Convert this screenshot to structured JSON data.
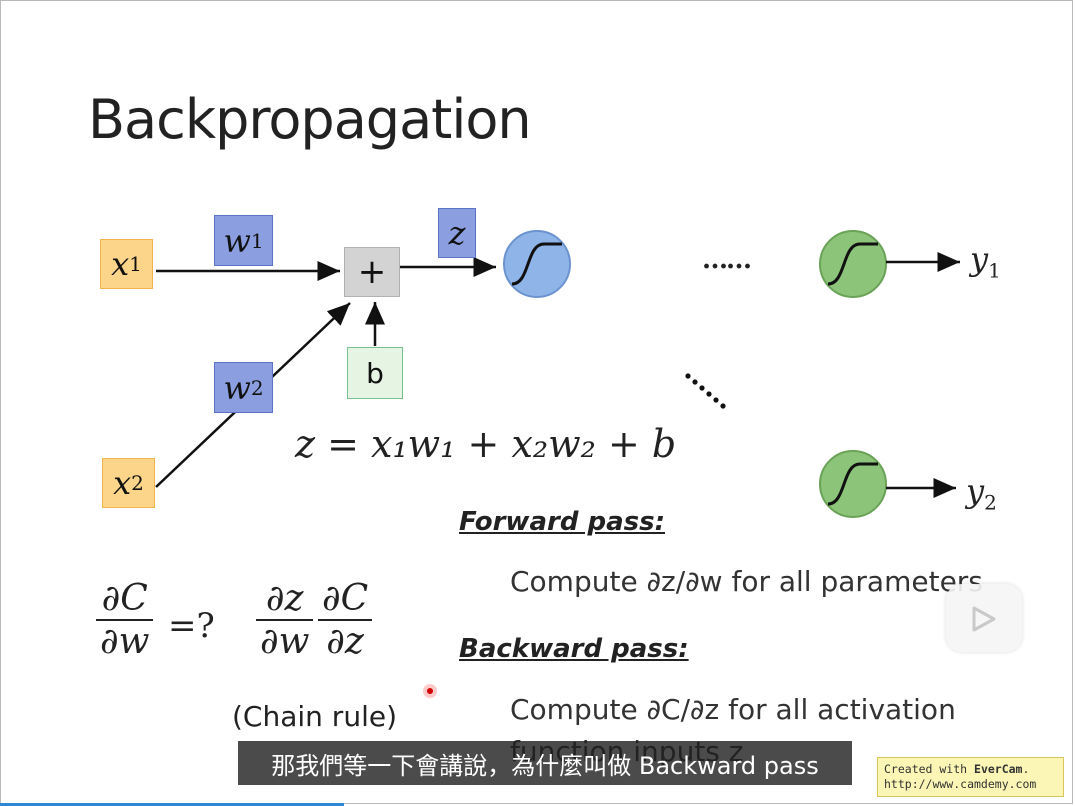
{
  "slide": {
    "title": "Backpropagation",
    "inputs": {
      "x1": {
        "base": "x",
        "sub": "1"
      },
      "x2": {
        "base": "x",
        "sub": "2"
      }
    },
    "weights": {
      "w1": {
        "base": "w",
        "sub": "1"
      },
      "w2": {
        "base": "w",
        "sub": "2"
      }
    },
    "plus_symbol": "+",
    "z_label": "z",
    "bias_label": "b",
    "ellipsis": "……",
    "outputs": {
      "y1": {
        "base": "y",
        "sub": "1"
      },
      "y2": {
        "base": "y",
        "sub": "2"
      }
    },
    "equation": "z = x₁w₁ + x₂w₂ + b",
    "forward_pass": {
      "heading": "Forward pass:",
      "text": "Compute ∂z/∂w for all parameters"
    },
    "backward_pass": {
      "heading": "Backward pass:",
      "text_line1": "Compute ∂C/∂z for all activation",
      "text_line2": "function inputs z"
    },
    "gradient": {
      "lhs_num": "∂C",
      "lhs_den": "∂w",
      "question": "=?",
      "r1_num": "∂z",
      "r1_den": "∂w",
      "r2_num": "∂C",
      "r2_den": "∂z"
    },
    "chain_rule": "(Chain rule)"
  },
  "overlay": {
    "subtitle": "那我們等一下會講說，為什麼叫做 Backward pass",
    "watermark_line1_prefix": "Created with ",
    "watermark_brand": "EverCam",
    "watermark_line1_suffix": ".",
    "watermark_line2": "http://www.camdemy.com",
    "play_button_icon": "play-icon",
    "progress_fraction": 0.32
  },
  "colors": {
    "input_box": "#fdd58a",
    "weight_box": "#8a9ee0",
    "neuron_blue": "#8fb4e8",
    "neuron_green": "#8cc47a",
    "bias_box": "#e5f4e3"
  }
}
